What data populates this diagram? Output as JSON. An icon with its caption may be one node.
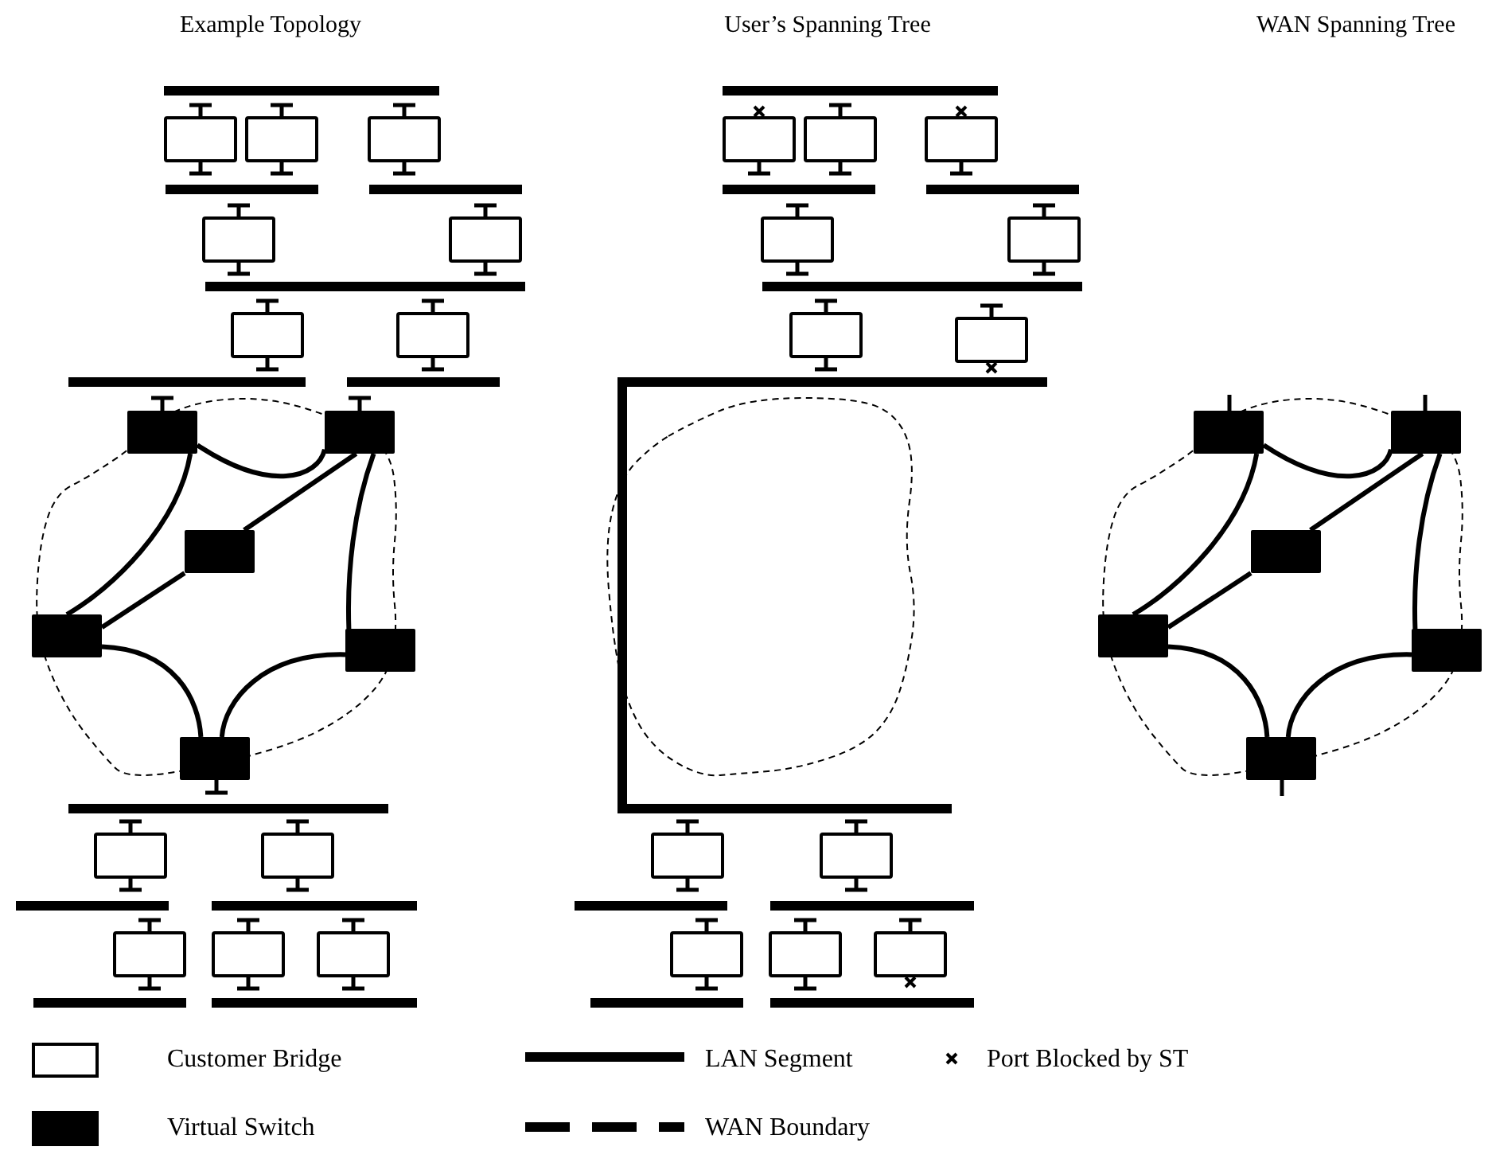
{
  "diagram": {
    "nodes": [
      {
        "text": [],
        "shape": "cloud"
      },
      {
        "text": [],
        "shape": "box",
        "in": 0
      },
      {
        "text": [],
        "shape": "box",
        "in": 0
      },
      {
        "text": [],
        "shape": "box",
        "in": 0
      },
      {
        "text": [],
        "shape": "box",
        "in": 0
      },
      {
        "text": [],
        "shape": "box",
        "in": 0
      },
      {
        "text": [],
        "shape": "box",
        "in": 0
      },
      {
        "text": [],
        "shape": "cloud"
      },
      {
        "text": [],
        "shape": "cloud"
      },
      {
        "text": [],
        "shape": "box",
        "in": 8
      },
      {
        "text": [],
        "shape": "box",
        "in": 8
      },
      {
        "text": [],
        "shape": "box",
        "in": 8
      },
      {
        "text": [],
        "shape": "box",
        "in": 8
      },
      {
        "text": [],
        "shape": "box",
        "in": 8
      },
      {
        "text": [],
        "shape": "box",
        "in": 8
      }
    ],
    "edges": [
      {
        "from": 1,
        "to": 2,
        "arrow": "none"
      },
      {
        "from": 1,
        "to": 4,
        "arrow": "none"
      },
      {
        "from": 2,
        "to": 3,
        "arrow": "none"
      },
      {
        "from": 3,
        "to": 4,
        "arrow": "none"
      },
      {
        "from": 2,
        "to": 5,
        "arrow": "none"
      },
      {
        "from": 4,
        "to": 6,
        "arrow": "none"
      },
      {
        "from": 5,
        "to": 6,
        "arrow": "none"
      },
      {
        "from": 9,
        "to": 10,
        "arrow": "none"
      },
      {
        "from": 9,
        "to": 12,
        "arrow": "none"
      },
      {
        "from": 10,
        "to": 11,
        "arrow": "none"
      },
      {
        "from": 11,
        "to": 12,
        "arrow": "none"
      },
      {
        "from": 10,
        "to": 13,
        "arrow": "none"
      },
      {
        "from": 12,
        "to": 14,
        "arrow": "none"
      },
      {
        "from": 13,
        "to": 14,
        "arrow": "none"
      }
    ],
    "labels": [
      "Example Topology",
      "User’s Spanning Tree",
      "WAN Spanning Tree"
    ],
    "legend": [
      {
        "text": "Customer Bridge",
        "color": "#ffffff"
      },
      {
        "text": "Virtual Switch",
        "color": "#000000"
      },
      {
        "text": "LAN Segment"
      },
      {
        "text": "WAN Boundary"
      },
      {
        "text": "Port Blocked by ST"
      }
    ]
  }
}
